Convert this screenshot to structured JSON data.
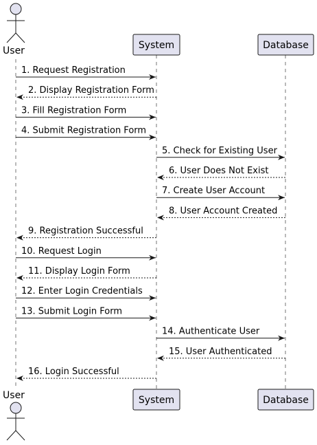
{
  "participants": [
    {
      "id": "user",
      "label": "User",
      "kind": "actor"
    },
    {
      "id": "system",
      "label": "System",
      "kind": "participant"
    },
    {
      "id": "database",
      "label": "Database",
      "kind": "participant"
    }
  ],
  "messages": [
    {
      "text": "1. Request Registration",
      "from": "user",
      "to": "system",
      "style": "sync"
    },
    {
      "text": "2. Display Registration Form",
      "from": "system",
      "to": "user",
      "style": "return"
    },
    {
      "text": "3. Fill Registration Form",
      "from": "user",
      "to": "system",
      "style": "sync"
    },
    {
      "text": "4. Submit Registration Form",
      "from": "user",
      "to": "system",
      "style": "sync"
    },
    {
      "text": "5. Check for Existing User",
      "from": "system",
      "to": "database",
      "style": "sync"
    },
    {
      "text": "6. User Does Not Exist",
      "from": "database",
      "to": "system",
      "style": "return"
    },
    {
      "text": "7. Create User Account",
      "from": "system",
      "to": "database",
      "style": "sync"
    },
    {
      "text": "8. User Account Created",
      "from": "database",
      "to": "system",
      "style": "return"
    },
    {
      "text": "9. Registration Successful",
      "from": "system",
      "to": "user",
      "style": "return"
    },
    {
      "text": "10. Request Login",
      "from": "user",
      "to": "system",
      "style": "sync"
    },
    {
      "text": "11. Display Login Form",
      "from": "system",
      "to": "user",
      "style": "return"
    },
    {
      "text": "12. Enter Login Credentials",
      "from": "user",
      "to": "system",
      "style": "sync"
    },
    {
      "text": "13. Submit Login Form",
      "from": "user",
      "to": "system",
      "style": "sync"
    },
    {
      "text": "14. Authenticate User",
      "from": "system",
      "to": "database",
      "style": "sync"
    },
    {
      "text": "15. User Authenticated",
      "from": "database",
      "to": "system",
      "style": "return"
    },
    {
      "text": "16. Login Successful",
      "from": "system",
      "to": "user",
      "style": "return"
    }
  ],
  "colors": {
    "participant_fill": "#E2E2F0",
    "participant_border": "#181818",
    "lifeline": "#181818",
    "arrow": "#181818",
    "text": "#000000"
  }
}
